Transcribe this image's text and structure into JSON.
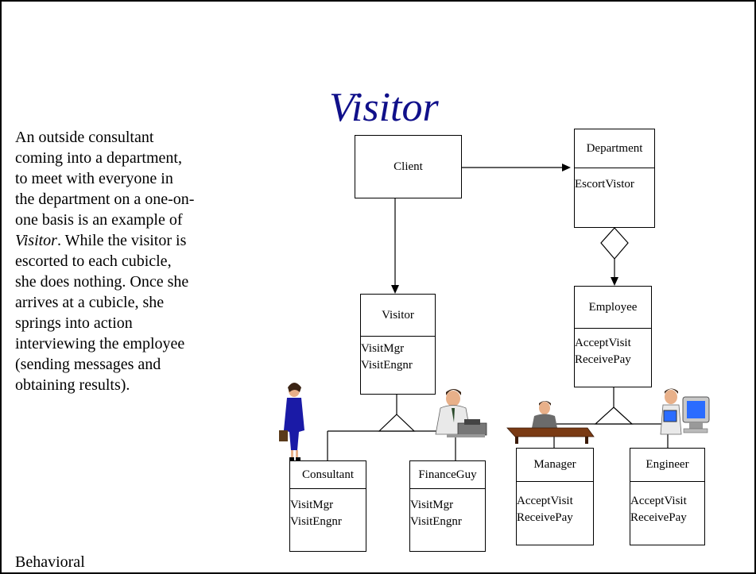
{
  "slide": {
    "title": "Visitor",
    "body_lines": [
      "An outside consultant",
      "coming into a department,",
      "to meet with everyone in",
      "the department on a one-on-",
      "one basis is an example of",
      ". While the visitor is",
      "escorted to each cubicle,",
      "she does nothing. Once she",
      "arrives at a cubicle,  she",
      "springs into action",
      "interviewing the employee",
      "(sending messages and",
      "obtaining results)."
    ],
    "body_emphasis": "Visitor",
    "footer": "Behavioral"
  },
  "diagram": {
    "client": {
      "name": "Client"
    },
    "department": {
      "name": "Department",
      "ops": [
        "EscortVistor"
      ]
    },
    "visitor": {
      "name": "Visitor",
      "ops": [
        "VisitMgr",
        "VisitEngnr"
      ]
    },
    "employee": {
      "name": "Employee",
      "ops": [
        "AcceptVisit",
        "ReceivePay"
      ]
    },
    "consultant": {
      "name": "Consultant",
      "ops": [
        "VisitMgr",
        "VisitEngnr"
      ]
    },
    "financeguy": {
      "name": "FinanceGuy",
      "ops": [
        "VisitMgr",
        "VisitEngnr"
      ]
    },
    "manager": {
      "name": "Manager",
      "ops": [
        "AcceptVisit",
        "ReceivePay"
      ]
    },
    "engineer": {
      "name": "Engineer",
      "ops": [
        "AcceptVisit",
        "ReceivePay"
      ]
    }
  },
  "colors": {
    "title": "#10108a",
    "clipart_blue": "#1a1aa6",
    "monitor_blue": "#2a6cff"
  },
  "icons": [
    "businesswoman-clipart-icon",
    "man-at-desk-clipart-icon",
    "manager-at-desk-clipart-icon",
    "engineer-at-computer-clipart-icon"
  ]
}
